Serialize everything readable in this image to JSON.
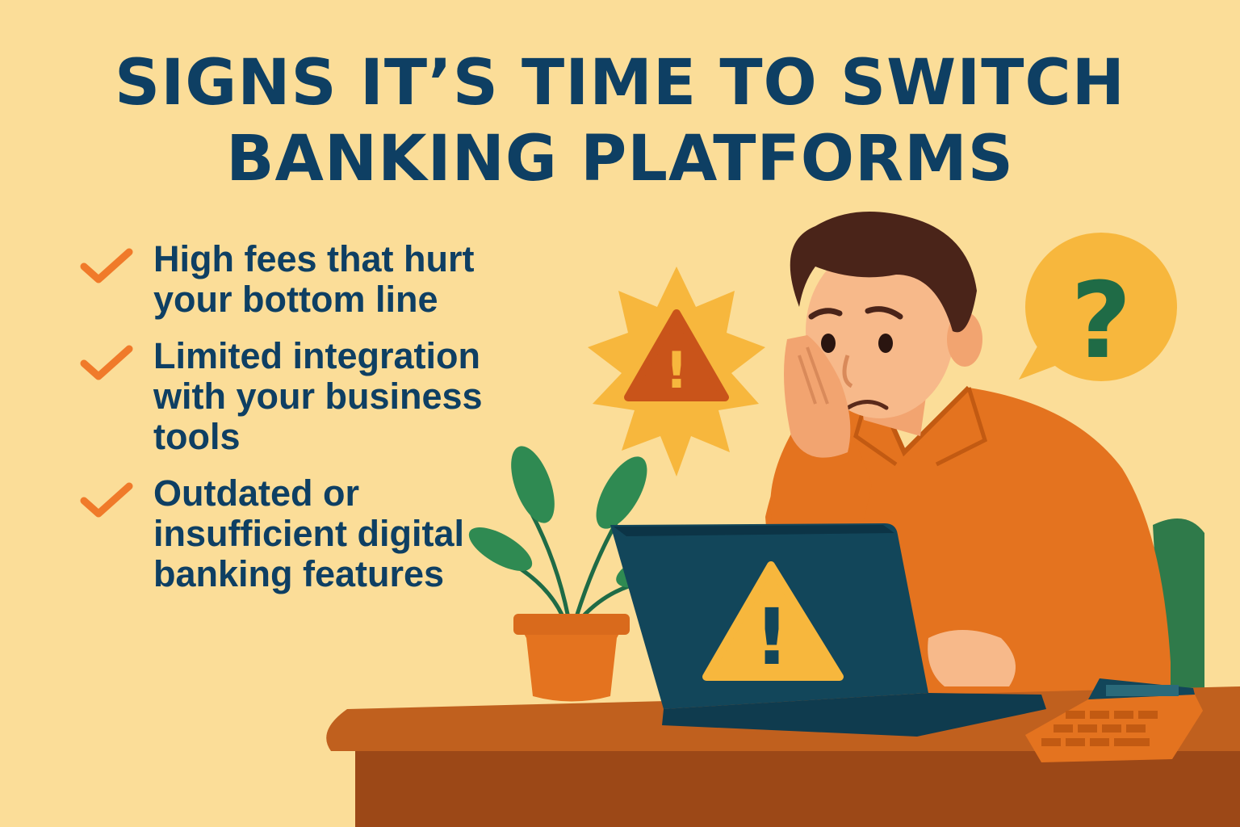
{
  "title": {
    "line1": "SIGNS IT’S TIME TO SWITCH",
    "line2": "BANKING PLATFORMS"
  },
  "signs": [
    {
      "text": "High fees that hurt your bottom line",
      "icon": "check-icon"
    },
    {
      "text": "Limited integration with your business tools",
      "icon": "check-icon"
    },
    {
      "text": "Outdated or insufficient digital banking features",
      "icon": "check-icon"
    }
  ],
  "illustration": {
    "warning_symbol": "!",
    "question_symbol": "?"
  },
  "colors": {
    "background": "#fbdd98",
    "title": "#0e3f63",
    "check": "#f07a2a",
    "shirt": "#e4731f",
    "laptop": "#12465a",
    "warning": "#f7b73d"
  }
}
